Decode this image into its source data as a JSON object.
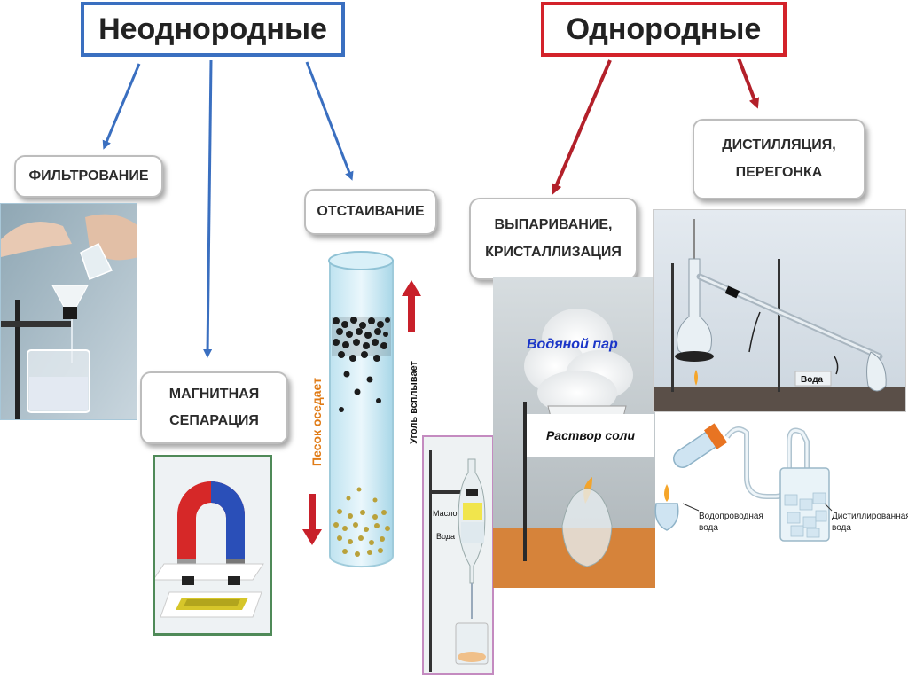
{
  "groups": {
    "heterogeneous": {
      "title": "Неоднородные",
      "color": "#3a6fc0"
    },
    "homogeneous": {
      "title": "Однородные",
      "color": "#d3222a"
    }
  },
  "methods": {
    "filtration": {
      "label": "ФИЛЬТРОВАНИЕ"
    },
    "magnetic": {
      "line1": "МАГНИТНАЯ",
      "line2": "СЕПАРАЦИЯ"
    },
    "settling": {
      "label": "ОТСТАИВАНИЕ",
      "sand": "Песок оседает",
      "coal": "Уголь всплывает"
    },
    "evaporation": {
      "line1": "ВЫПАРИВАНИЕ,",
      "line2": "КРИСТАЛЛИЗАЦИЯ",
      "steam": "Водяной пар",
      "solution": "Раствор соли"
    },
    "distillation": {
      "line1": "ДИСТИЛЛЯЦИЯ,",
      "line2": "ПЕРЕГОНКА",
      "water": "Вода",
      "tap_water_1": "Водопроводная",
      "tap_water_2": "вода",
      "distilled_1": "Дистиллированная",
      "distilled_2": "вода"
    },
    "funnel": {
      "oil": "Масло",
      "water": "Вода"
    }
  }
}
